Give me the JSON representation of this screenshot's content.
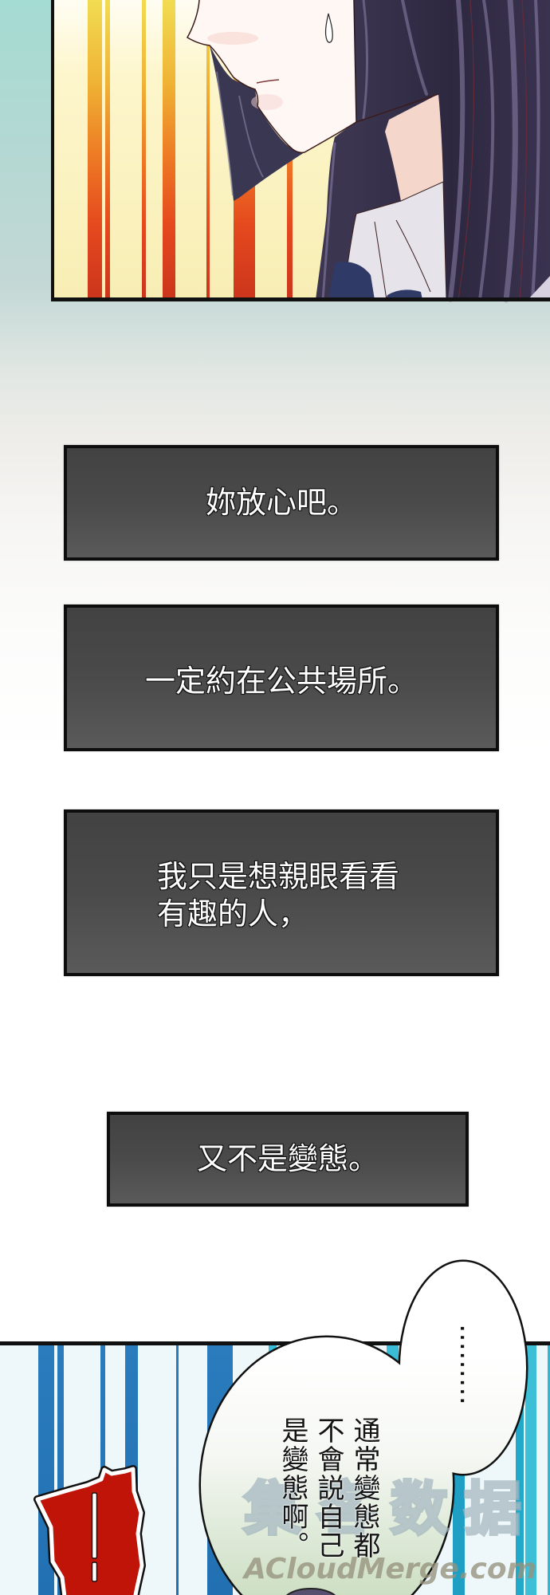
{
  "captions": [
    {
      "lines": [
        "妳放心吧。"
      ]
    },
    {
      "lines": [
        "一定約在公共場所。"
      ]
    },
    {
      "lines": [
        "我只是想親眼看看",
        "有趣的人，"
      ]
    },
    {
      "lines": [
        "又不是變態。"
      ]
    }
  ],
  "speech_bubble": {
    "ellipsis": "………",
    "columns": [
      "通常變態都",
      "不會説自己",
      "是變態啊。"
    ]
  },
  "sfx": {
    "icon": "exclamation-mark-icon"
  },
  "top_panel": {
    "icons": [
      "sweat-drop-icon"
    ]
  },
  "watermark": {
    "logo": "集客数据",
    "site": "ACloudMerge.com"
  },
  "colors": {
    "caption_bg_top": "#424242",
    "caption_bg_bottom": "#5a5a5a",
    "caption_border": "#0d0d0d",
    "caption_text": "#ffffff",
    "panel_border": "#111111",
    "warm_stripe": "#ee7f25",
    "blue_stripe": "#2676b8",
    "teal_stripe": "#22a5c8",
    "exclamation_red": "#c11409",
    "hair": "#2f2a42",
    "skin": "#fff7f4",
    "bubble_bottom": "#cddfc4"
  }
}
